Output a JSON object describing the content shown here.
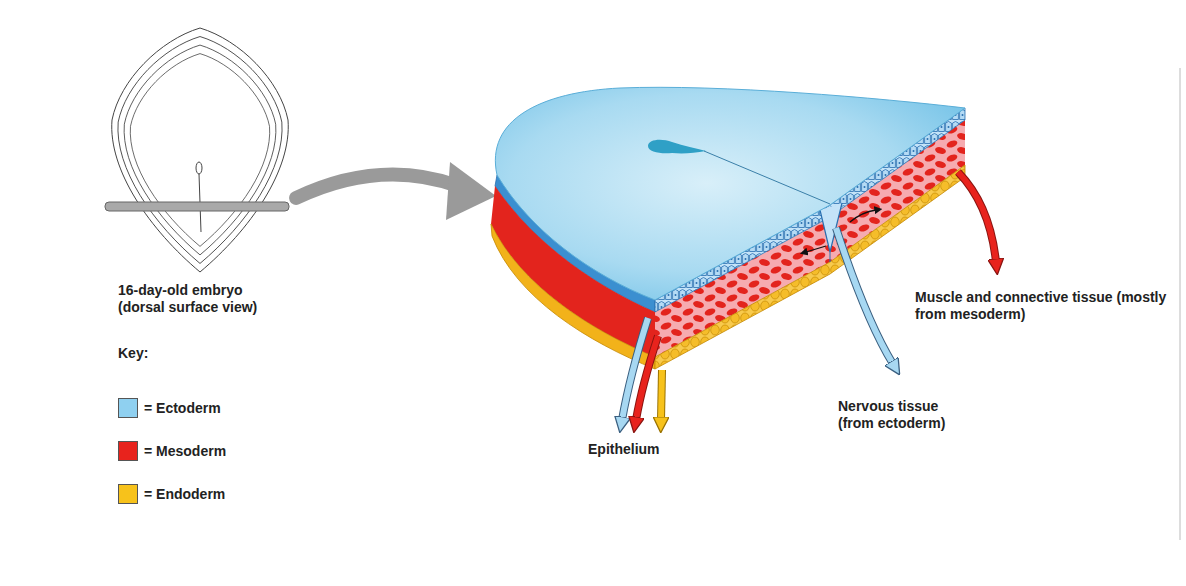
{
  "diagram": {
    "labels": [
      "16-day-old embryo (dorsal surface view)",
      "Key:",
      "Muscle and connective tissue (mostly from mesoderm)",
      "Nervous tissue (from ectoderm)",
      "Epithelium"
    ],
    "legend": [
      {
        "text": "= Ectoderm",
        "color": "#8fd0f0"
      },
      {
        "text": "= Mesoderm",
        "color": "#e8231d"
      },
      {
        "text": "= Endoderm",
        "color": "#f7c21b"
      }
    ]
  }
}
